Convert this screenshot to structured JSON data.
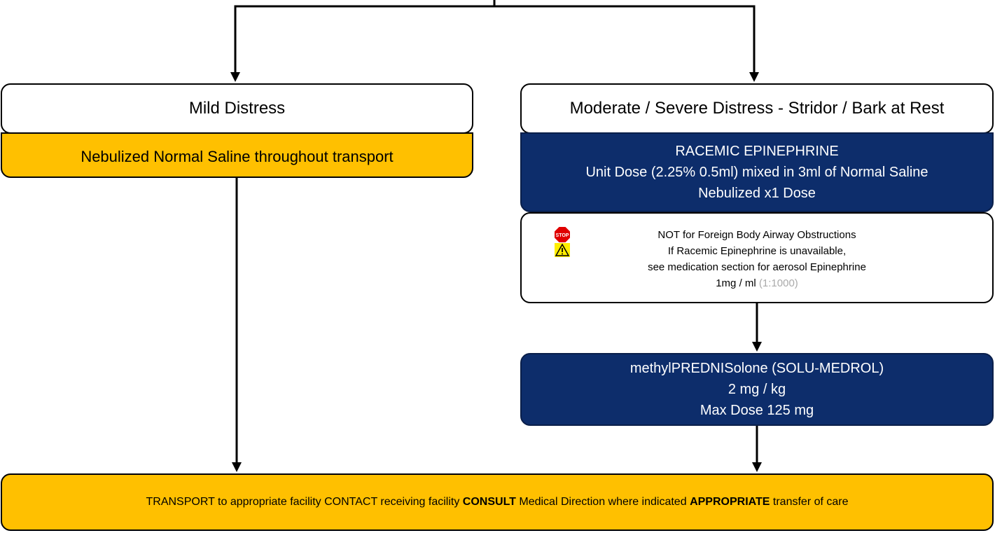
{
  "mild": {
    "label": "Mild Distress",
    "treatment": "Nebulized Normal Saline throughout transport"
  },
  "moderate": {
    "label": "Moderate / Severe Distress - Stridor / Bark at Rest"
  },
  "racemic": {
    "line1": "RACEMIC EPINEPHRINE",
    "line2": "Unit Dose (2.25% 0.5ml) mixed in 3ml of Normal Saline",
    "line3": "Nebulized x1 Dose"
  },
  "caution": {
    "stop_icon_text": "STOP",
    "line1": "NOT for Foreign Body Airway Obstructions",
    "line2": "If Racemic Epinephrine is unavailable,",
    "line3": "see medication section for aerosol Epinephrine",
    "line4_dose": "1mg / ml",
    "line4_ratio": "(1:1000)",
    "icons": [
      "stop-sign-icon",
      "warning-triangle-icon"
    ]
  },
  "methyl": {
    "line1": "methylPREDNISolone (SOLU-MEDROL)",
    "line2": "2 mg / kg",
    "line3": "Max Dose 125 mg"
  },
  "transport": {
    "part1": "TRANSPORT to appropriate facility CONTACT receiving facility",
    "consult": "CONSULT",
    "part2": "Medical Direction where indicated",
    "appropriate": "APPROPRIATE",
    "part3": "transfer of care"
  },
  "colors": {
    "gold": "#ffc000",
    "navy": "#0d2d6b",
    "stop_red": "#e00000",
    "warning_yellow": "#ffee00"
  }
}
